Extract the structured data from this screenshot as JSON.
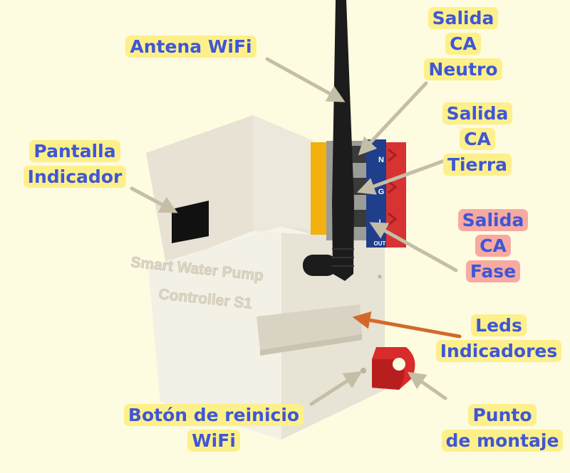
{
  "labels": {
    "antenna": [
      "Antena WiFi"
    ],
    "neutral": [
      "Salida",
      "CA",
      "Neutro"
    ],
    "ground": [
      "Salida",
      "CA",
      "Tierra"
    ],
    "phase": [
      "Salida",
      "CA",
      "Fase"
    ],
    "display": [
      "Pantalla",
      "Indicador"
    ],
    "leds": [
      "Leds",
      "Indicadores"
    ],
    "mount": [
      "Punto",
      "de montaje"
    ],
    "reset": [
      "Botón de reinicio",
      "WiFi"
    ]
  },
  "device": {
    "embossed": [
      "Smart Water Pump",
      "Controller S1"
    ],
    "terminal_letters": [
      "N",
      "G",
      "L"
    ],
    "terminal_caption": "OUT"
  },
  "colors": {
    "background": "#fdfbe0",
    "label_text": "#3f56d6",
    "label_highlight": "#fdf08a",
    "label_highlight_phase": "#f6aaa2",
    "arrow_gray": "#c5bea6",
    "arrow_orange": "#d2692b",
    "enclosure": "#efebe0",
    "terminal_red": "#d73333",
    "terminal_blue": "#1f3e8c",
    "terminal_yellow": "#f2b10f",
    "mount_red": "#d92b2b",
    "antenna_black": "#1c1c1c"
  }
}
